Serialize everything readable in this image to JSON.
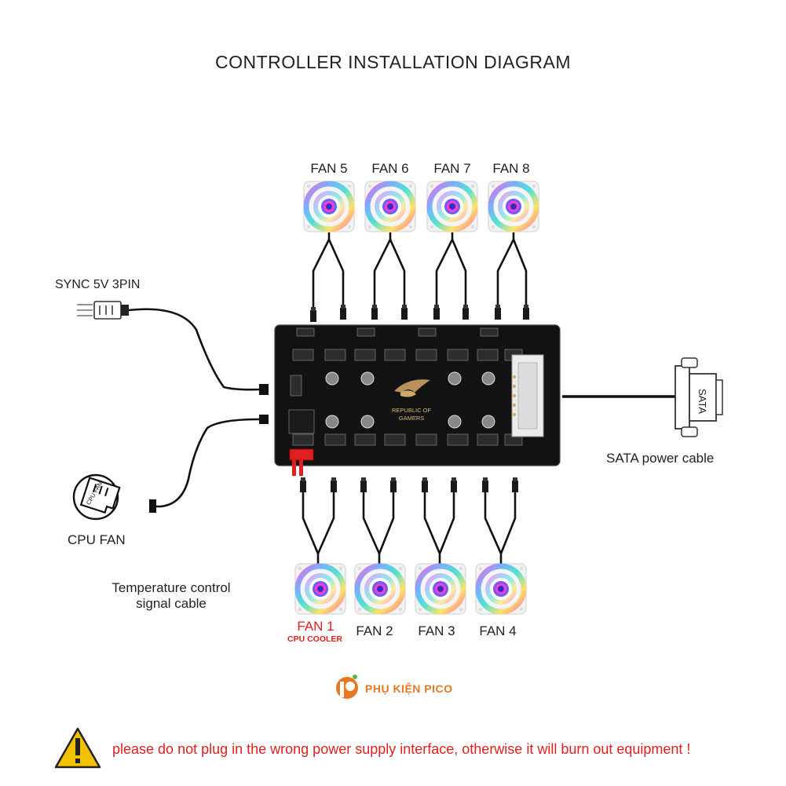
{
  "title": "CONTROLLER INSTALLATION DIAGRAM",
  "fans_top": [
    {
      "label": "FAN 5"
    },
    {
      "label": "FAN 6"
    },
    {
      "label": "FAN 7"
    },
    {
      "label": "FAN 8"
    }
  ],
  "fans_bottom": [
    {
      "label": "FAN 1",
      "sublabel": "CPU COOLER"
    },
    {
      "label": "FAN 2"
    },
    {
      "label": "FAN 3"
    },
    {
      "label": "FAN 4"
    }
  ],
  "sync_label": "SYNC 5V 3PIN",
  "cpu_fan_label": "CPU FAN",
  "cpu_fan_icon_text": "CPU FAN",
  "temperature_label_line1": "Temperature control",
  "temperature_label_line2": "signal cable",
  "sata_label": "SATA power cable",
  "sata_connector_text": "SATA",
  "board": {
    "logo_line1": "REPUBLIC OF",
    "logo_line2": "GAMERS"
  },
  "brand": "PHỤ KIỆN PICO",
  "warning": "please do not plug in the wrong power supply interface, otherwise it will burn out equipment !",
  "colors": {
    "warning": "#e0201c",
    "board": "#111111",
    "brand": "#e87722",
    "warning_icon": "#f2c200"
  }
}
